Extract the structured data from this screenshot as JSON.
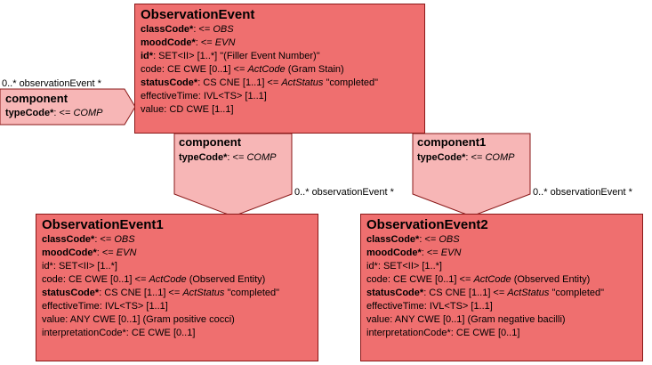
{
  "classes": {
    "main": {
      "name": "ObservationEvent",
      "lines": [
        {
          "segments": [
            {
              "t": "classCode*",
              "s": "b"
            },
            {
              "t": ": <= "
            },
            {
              "t": "OBS",
              "s": "i"
            }
          ]
        },
        {
          "segments": [
            {
              "t": "moodCode*",
              "s": "b"
            },
            {
              "t": ": <= "
            },
            {
              "t": "EVN",
              "s": "i"
            }
          ]
        },
        {
          "segments": [
            {
              "t": "id*",
              "s": "b"
            },
            {
              "t": ": SET<II> [1..*] \"(Filler Event Number)\""
            }
          ]
        },
        {
          "segments": [
            {
              "t": "code: CE CWE [0..1] <= "
            },
            {
              "t": "ActCode",
              "s": "i"
            },
            {
              "t": " (Gram Stain)"
            }
          ]
        },
        {
          "segments": [
            {
              "t": "statusCode*",
              "s": "b"
            },
            {
              "t": ": CS CNE [1..1] <= "
            },
            {
              "t": "ActStatus",
              "s": "i"
            },
            {
              "t": " \"completed\""
            }
          ]
        },
        {
          "segments": [
            {
              "t": "effectiveTime: IVL<TS> [1..1]"
            }
          ]
        },
        {
          "segments": [
            {
              "t": "value: CD CWE [1..1]"
            }
          ]
        }
      ]
    },
    "event1": {
      "name": "ObservationEvent1",
      "lines": [
        {
          "segments": [
            {
              "t": "classCode*",
              "s": "b"
            },
            {
              "t": ": <= "
            },
            {
              "t": "OBS",
              "s": "i"
            }
          ]
        },
        {
          "segments": [
            {
              "t": "moodCode*",
              "s": "b"
            },
            {
              "t": ": <= "
            },
            {
              "t": "EVN",
              "s": "i"
            }
          ]
        },
        {
          "segments": [
            {
              "t": "id*: SET<II> [1..*]"
            }
          ]
        },
        {
          "segments": [
            {
              "t": "code: CE CWE [0..1] <= "
            },
            {
              "t": "ActCode",
              "s": "i"
            },
            {
              "t": " (Observed Entity)"
            }
          ]
        },
        {
          "segments": [
            {
              "t": "statusCode*",
              "s": "b"
            },
            {
              "t": ": CS CNE [1..1] <= "
            },
            {
              "t": "ActStatus",
              "s": "i"
            },
            {
              "t": " \"completed\""
            }
          ]
        },
        {
          "segments": [
            {
              "t": "effectiveTime: IVL<TS> [1..1]"
            }
          ]
        },
        {
          "segments": [
            {
              "t": "value: ANY CWE [0..1] (Gram positive cocci)"
            }
          ]
        },
        {
          "segments": [
            {
              "t": "interpretationCode*: CE CWE [0..1]"
            }
          ]
        }
      ]
    },
    "event2": {
      "name": "ObservationEvent2",
      "lines": [
        {
          "segments": [
            {
              "t": "classCode*",
              "s": "b"
            },
            {
              "t": ": <= "
            },
            {
              "t": "OBS",
              "s": "i"
            }
          ]
        },
        {
          "segments": [
            {
              "t": "moodCode*",
              "s": "b"
            },
            {
              "t": ": <= "
            },
            {
              "t": "EVN",
              "s": "i"
            }
          ]
        },
        {
          "segments": [
            {
              "t": "id*: SET<II> [1..*]"
            }
          ]
        },
        {
          "segments": [
            {
              "t": "code: CE CWE [0..1] <= "
            },
            {
              "t": "ActCode",
              "s": "i"
            },
            {
              "t": " (Observed Entity)"
            }
          ]
        },
        {
          "segments": [
            {
              "t": "statusCode*",
              "s": "b"
            },
            {
              "t": ": CS CNE [1..1] <= "
            },
            {
              "t": "ActStatus",
              "s": "i"
            },
            {
              "t": " \"completed\""
            }
          ]
        },
        {
          "segments": [
            {
              "t": "effectiveTime: IVL<TS> [1..1]"
            }
          ]
        },
        {
          "segments": [
            {
              "t": "value: ANY CWE [0..1] (Gram negative bacilli)"
            }
          ]
        },
        {
          "segments": [
            {
              "t": "interpretationCode*: CE CWE [0..1]"
            }
          ]
        }
      ]
    }
  },
  "participations": {
    "left": {
      "name": "component",
      "type_label": "typeCode*",
      "type_sep": ": <= ",
      "type_value": "COMP",
      "role": "0..* observationEvent  *"
    },
    "mid": {
      "name": "component",
      "type_label": "typeCode*",
      "type_sep": ": <= ",
      "type_value": "COMP",
      "role": "0..* observationEvent  *"
    },
    "right": {
      "name": "component1",
      "type_label": "typeCode*",
      "type_sep": ": <= ",
      "type_value": "COMP",
      "role": "0..* observationEvent  *"
    }
  },
  "colors": {
    "class_fill": "#ef6f6f",
    "class_border": "#8a1818",
    "connector_fill": "#f7b6b6",
    "connector_border": "#8a1818"
  }
}
